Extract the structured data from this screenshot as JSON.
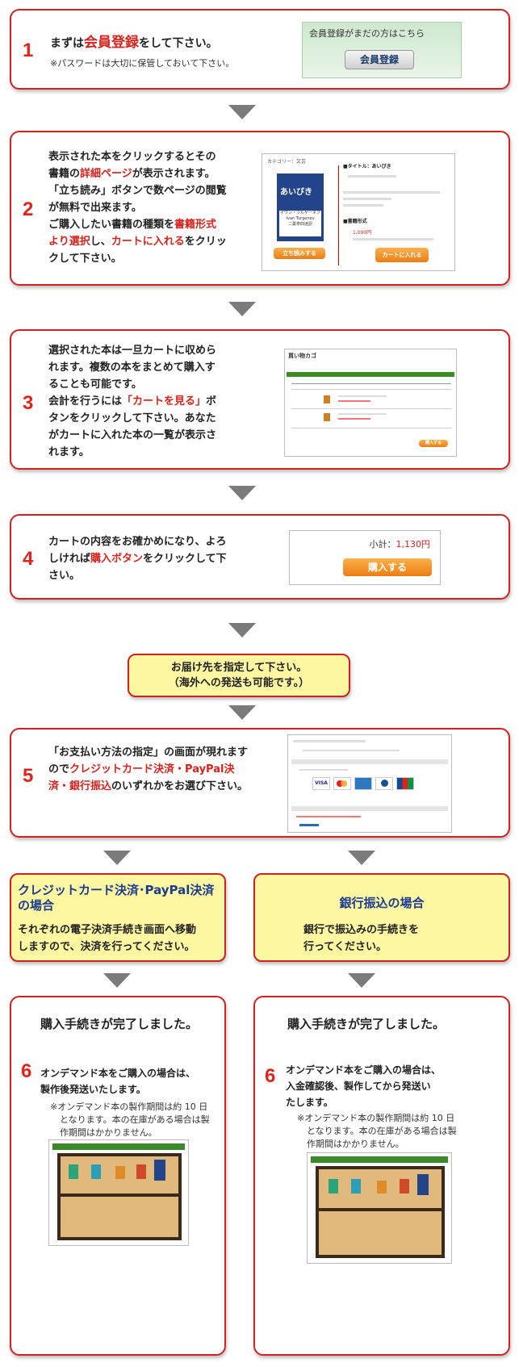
{
  "step1": {
    "num": "1",
    "line1_pre": "まずは",
    "line1_red": "会員登録",
    "line1_post": "をして下さい。",
    "note": "※パスワードは大切に保管しておいて下さい。",
    "panel_caption": "会員登録がまだの方はこちら",
    "panel_button": "会員登録"
  },
  "step2": {
    "num": "2",
    "l1": "表示された本をクリックするとその",
    "l2_pre": "書籍の",
    "l2_red": "詳細ページ",
    "l2_post": "が表示されます。",
    "l3": "「立ち読み」ボタンで数ページの閲覧",
    "l4": "が無料で出来ます。",
    "l5_pre": "ご購入したい書籍の種類を",
    "l5_red": "書籍形式",
    "l6_red1": "より選択",
    "l6_mid": "し、",
    "l6_red2": "カートに入れる",
    "l6_post": "をクリッ",
    "l7": "クして下さい。",
    "shot": {
      "book_title": "あいびき",
      "book_sub1": "イワン・ツルゲーネフ",
      "book_sub2": "Ivan Turgenev",
      "book_sub3": "二葉亭四迷訳",
      "tachiyomi": "立ち読みする",
      "title_label": "■タイトル：あいびき",
      "format_label": "■書籍形式",
      "cart_button": "カートに入れる",
      "price": "1,090円"
    }
  },
  "step3": {
    "num": "3",
    "l1": "選択された本は一旦カートに収めら",
    "l2": "れます。複数の本をまとめて購入す",
    "l3": "ることも可能です。",
    "l4_pre": "会計を行うには",
    "l4_red": "「カートを見る」",
    "l4_post": "ボ",
    "l5": "タンをクリックして下さい。あなた",
    "l6": "がカートに入れた本の一覧が表示さ",
    "l7": "れます。",
    "shot": {
      "title": "買い物カゴ",
      "button": "購入する"
    }
  },
  "step4": {
    "num": "4",
    "l1": "カートの内容をお確かめになり、よろ",
    "l2_pre": "しければ",
    "l2_red": "購入ボタン",
    "l2_post": "をクリックして下",
    "l3": "さい。",
    "subtotal_label": "小計：",
    "subtotal_value": "1,130円",
    "buy_button": "購入する"
  },
  "delivery": {
    "l1": "お届け先を指定して下さい。",
    "l2": "（海外への発送も可能です。）"
  },
  "step5": {
    "num": "5",
    "l1": "「お支払い方法の指定」の画面が現れます",
    "l2_pre": "ので",
    "l2_red": "クレジットカード決済・PayPal決",
    "l3_red": "済・銀行振込",
    "l3_post": "のいずれかをお選び下さい。",
    "cards": [
      "VISA",
      "MC",
      "AMEX",
      "DC",
      "JCB"
    ]
  },
  "left_branch": {
    "title1": "クレジットカード決済･PayPal決済",
    "title2": "の場合",
    "body1": "それぞれの電子決済手続き画面へ移動",
    "body2": "しますので、決済を行ってください。"
  },
  "right_branch": {
    "title": "銀行振込の場合",
    "body1": "銀行で振込みの手続きを",
    "body2": "行ってください。"
  },
  "step6_left": {
    "heading": "購入手続きが完了しました。",
    "num": "6",
    "l1": "オンデマンド本をご購入の場合は、",
    "l2": "製作後発送いたします。",
    "n1": "※オンデマンド本の製作期間は約 10 日",
    "n2": "となります。本の在庫がある場合は製",
    "n3": "作期間はかかりません。"
  },
  "step6_right": {
    "heading": "購入手続きが完了しました。",
    "num": "6",
    "l1": "オンデマンド本をご購入の場合は、",
    "l2": "入金確認後、製作してから発送い",
    "l3": "たします。",
    "n1": "※オンデマンド本の製作期間は約 10 日",
    "n2": "となります。本の在庫がある場合は製",
    "n3": "作期間はかかりません。"
  },
  "colors": {
    "accent_red": "#d32020",
    "button_orange": "#ee7d14",
    "highlight_yellow": "#fdf7a2",
    "arrow_gray": "#7b7b7b"
  }
}
